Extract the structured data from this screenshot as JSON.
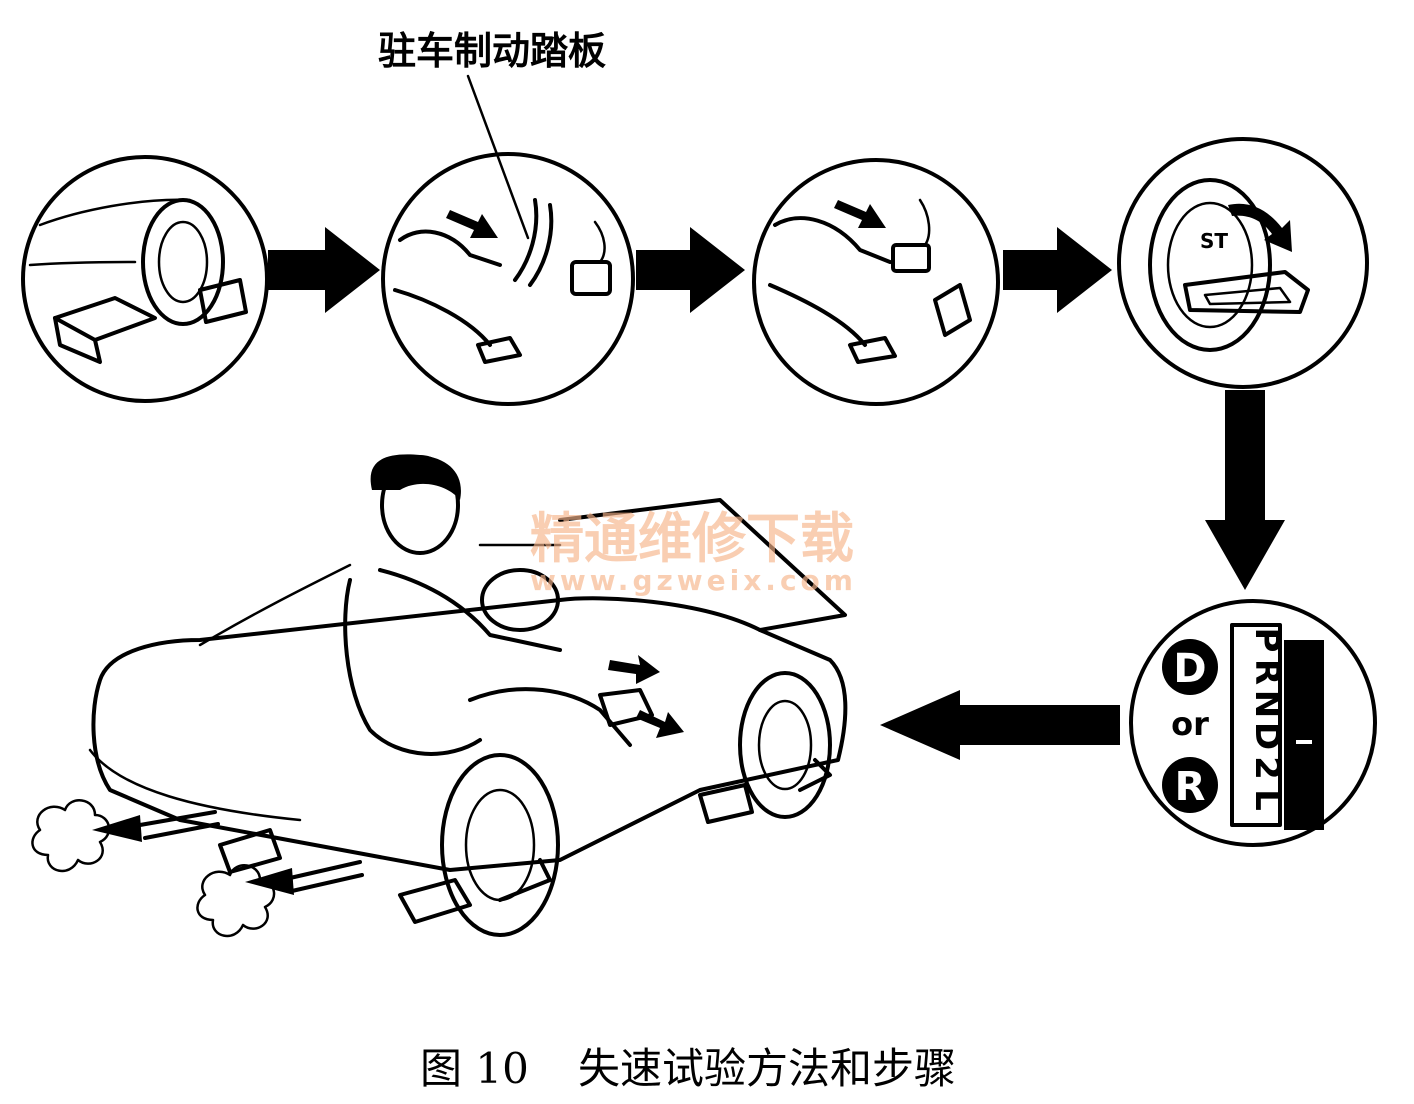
{
  "label": {
    "parking_brake_pedal": "驻车制动踏板"
  },
  "caption": {
    "figure": "图 10",
    "title": "失速试验方法和步骤"
  },
  "watermark": {
    "cn": "精通维修下载",
    "url": "www.gzweix.com"
  },
  "shifter": {
    "option_a": "D",
    "conjunction": "or",
    "option_b": "R",
    "positions": [
      "P",
      "R",
      "N",
      "D",
      "2",
      "L"
    ]
  },
  "ignition": {
    "key_position": "ST"
  }
}
